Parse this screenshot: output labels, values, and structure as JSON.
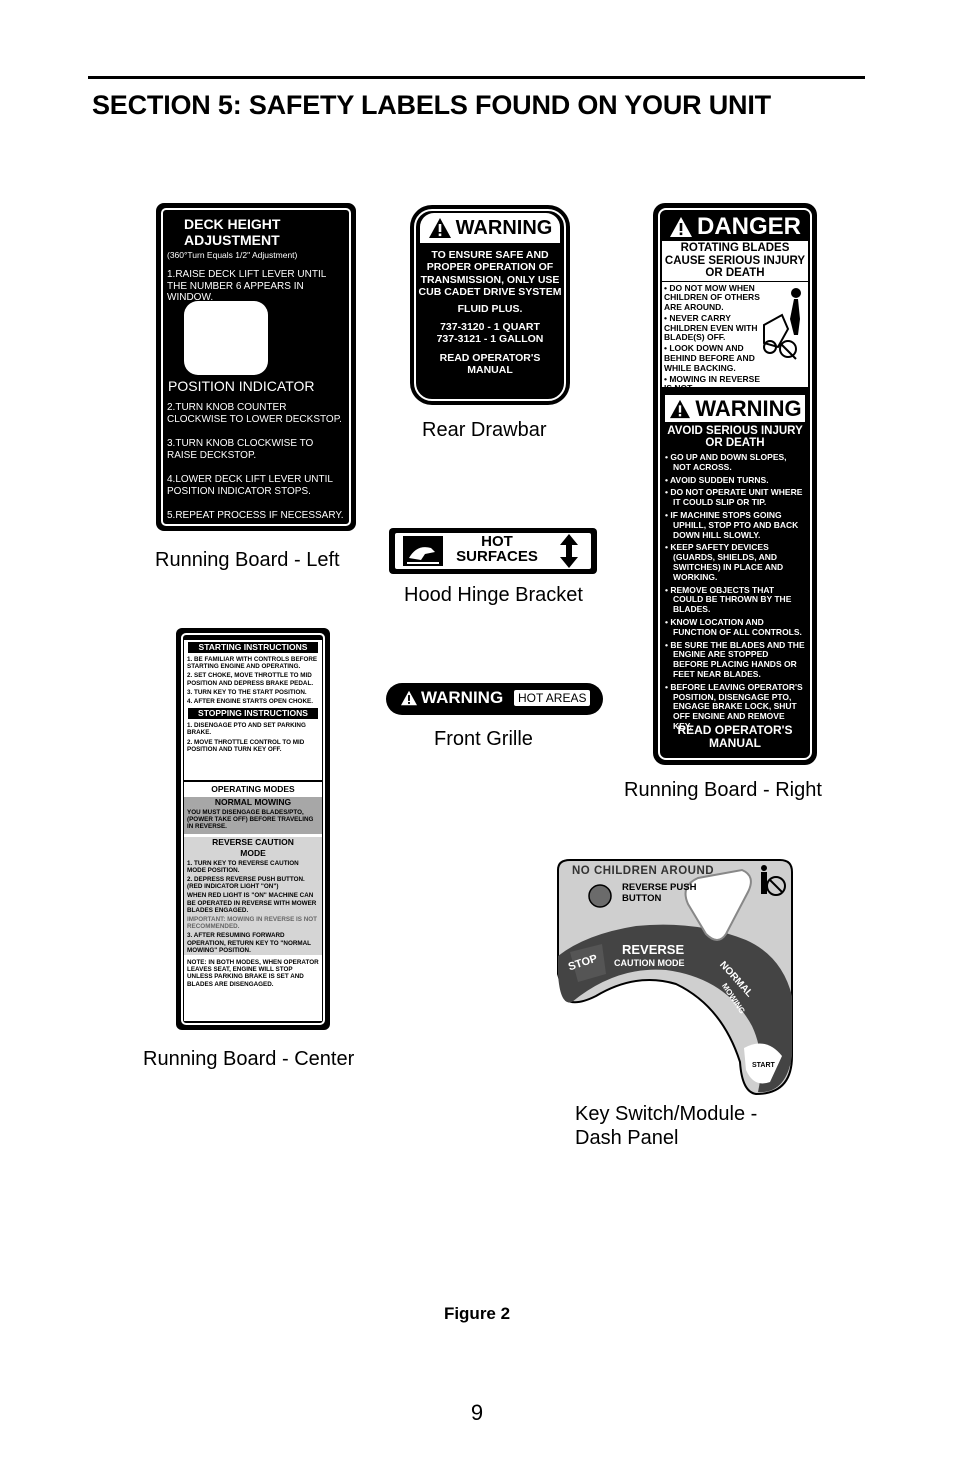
{
  "page": {
    "section_title": "SECTION 5: SAFETY LABELS FOUND ON YOUR UNIT",
    "figure_caption": "Figure 2",
    "page_number": "9"
  },
  "captions": {
    "running_board_left": "Running Board - Left",
    "rear_drawbar": "Rear Drawbar",
    "hood_hinge_bracket": "Hood Hinge Bracket",
    "front_grille": "Front Grille",
    "running_board_right": "Running Board - Right",
    "running_board_center": "Running Board - Center",
    "key_switch": "Key Switch/Module - Dash Panel"
  },
  "deck_label": {
    "title": "DECK HEIGHT ADJUSTMENT",
    "subtitle": "(360°Turn Equals 1/2\" Adjustment)",
    "step1": "1.RAISE DECK LIFT LEVER UNTIL THE NUMBER 6 APPEARS IN WINDOW.",
    "position_indicator": "POSITION INDICATOR",
    "step2": "2.TURN KNOB COUNTER CLOCKWISE TO LOWER DECKSTOP.",
    "step3": "3.TURN KNOB CLOCKWISE TO RAISE DECKSTOP.",
    "step4": "4.LOWER DECK LIFT LEVER UNTIL POSITION INDICATOR STOPS.",
    "step5": "5.REPEAT PROCESS IF NECESSARY."
  },
  "rear_label": {
    "header": "WARNING",
    "line1": "TO ENSURE SAFE AND PROPER OPERATION OF TRANSMISSION, ONLY USE CUB CADET DRIVE SYSTEM",
    "line2": "FLUID PLUS.",
    "line3": "737-3120 - 1 QUART",
    "line4": "737-3121 - 1 GALLON",
    "line5": "READ OPERATOR'S MANUAL"
  },
  "hot_label": {
    "line1": "HOT",
    "line2": "SURFACES"
  },
  "grille_label": {
    "warning": "WARNING",
    "hot_areas": "HOT AREAS"
  },
  "danger_label": {
    "header": "DANGER",
    "subheader": "ROTATING BLADES CAUSE SERIOUS INJURY OR DEATH",
    "items": [
      "• DO NOT MOW WHEN CHILDREN OF OTHERS ARE AROUND.",
      "• NEVER CARRY CHILDREN EVEN WITH BLADE(S) OFF.",
      "• LOOK DOWN AND BEHIND BEFORE AND WHILE BACKING.",
      "• MOWING IN REVERSE IS NOT RECOMMENDED."
    ],
    "warning_header": "WARNING",
    "warning_sub": "AVOID SERIOUS INJURY OR DEATH",
    "warning_items": [
      "• GO UP AND DOWN SLOPES, NOT ACROSS.",
      "• AVOID SUDDEN TURNS.",
      "• DO NOT OPERATE UNIT WHERE IT COULD SLIP OR TIP.",
      "• IF MACHINE STOPS GOING UPHILL, STOP PTO AND BACK DOWN HILL SLOWLY.",
      "• KEEP SAFETY DEVICES (GUARDS, SHIELDS, AND SWITCHES) IN PLACE AND WORKING.",
      "• REMOVE OBJECTS THAT COULD BE THROWN BY THE BLADES.",
      "• KNOW LOCATION AND FUNCTION OF ALL CONTROLS.",
      "• BE SURE THE BLADES AND THE ENGINE ARE STOPPED BEFORE PLACING HANDS OR FEET NEAR BLADES.",
      "• BEFORE LEAVING OPERATOR'S POSITION, DISENGAGE PTO, ENGAGE BRAKE LOCK, SHUT OFF ENGINE AND REMOVE KEY."
    ],
    "read_manual": "READ OPERATOR'S MANUAL"
  },
  "center_label": {
    "starting_header": "STARTING INSTRUCTIONS",
    "starting_items": [
      "1. BE FAMILIAR WITH CONTROLS BEFORE STARTING ENGINE AND OPERATING.",
      "2. SET CHOKE, MOVE THROTTLE TO MID POSITION AND DEPRESS BRAKE PEDAL.",
      "3. TURN KEY TO THE START POSITION.",
      "4. AFTER ENGINE STARTS OPEN CHOKE."
    ],
    "stopping_header": "STOPPING INSTRUCTIONS",
    "stopping_items": [
      "1. DISENGAGE PTO AND SET PARKING BRAKE.",
      "2. MOVE THROTTLE CONTROL TO MID POSITION AND TURN KEY OFF."
    ],
    "operating_header": "OPERATING MODES",
    "normal_header": "NORMAL MOWING",
    "normal_text": "YOU MUST DISENGAGE BLADES/PTO, (POWER TAKE OFF) BEFORE TRAVELING IN REVERSE.",
    "reverse_header": "REVERSE CAUTION MODE",
    "reverse_items": [
      "1. TURN KEY TO REVERSE CAUTION MODE POSITION.",
      "2. DEPRESS REVERSE PUSH BUTTON. (RED INDICATOR LIGHT \"ON\")",
      "WHEN RED LIGHT IS \"ON\" MACHINE CAN BE OPERATED IN REVERSE WITH MOWER BLADES ENGAGED.",
      "IMPORTANT: MOWING IN REVERSE IS NOT RECOMMENDED.",
      "3. AFTER RESUMING FORWARD OPERATION, RETURN KEY TO \"NORMAL MOWING\" POSITION."
    ],
    "note": "NOTE: IN BOTH MODES, WHEN OPERATOR LEAVES SEAT, ENGINE WILL STOP UNLESS PARKING BRAKE IS SET AND BLADES ARE DISENGAGED."
  },
  "key_module": {
    "no_children": "NO CHILDREN AROUND",
    "reverse_push": "REVERSE PUSH BUTTON",
    "stop": "STOP",
    "reverse": "REVERSE",
    "caution_mode": "CAUTION MODE",
    "normal": "NORMAL",
    "mowing": "MOWING",
    "start": "START"
  }
}
